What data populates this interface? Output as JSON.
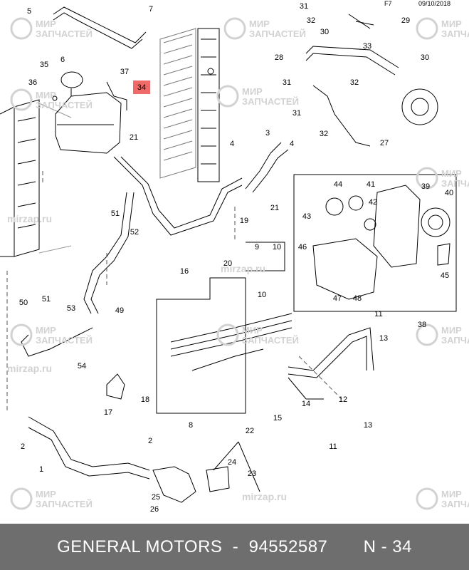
{
  "header": {
    "page_code": "F7",
    "date": "09/10/2018"
  },
  "highlighted_callout": "34",
  "callouts": [
    "1",
    "2",
    "2",
    "3",
    "4",
    "4",
    "5",
    "6",
    "7",
    "8",
    "9",
    "10",
    "10",
    "11",
    "11",
    "12",
    "13",
    "13",
    "14",
    "15",
    "16",
    "17",
    "18",
    "19",
    "20",
    "21",
    "21",
    "22",
    "23",
    "24",
    "25",
    "26",
    "27",
    "28",
    "29",
    "30",
    "30",
    "31",
    "31",
    "31",
    "32",
    "32",
    "32",
    "33",
    "34",
    "35",
    "36",
    "37",
    "38",
    "39",
    "40",
    "41",
    "42",
    "43",
    "44",
    "45",
    "46",
    "47",
    "48",
    "49",
    "50",
    "51",
    "51",
    "52",
    "53",
    "54"
  ],
  "watermark": {
    "line1": "МИР",
    "line2": "ЗАПЧАСТЕЙ",
    "url": "mirzap.ru"
  },
  "footer": {
    "brand": "GENERAL MOTORS",
    "part_number": "94552587",
    "position": "N - 34"
  },
  "colors": {
    "highlight": "#f06a6a",
    "footer_bg": "#6e6e6e",
    "watermark": "#d2d2d2"
  }
}
